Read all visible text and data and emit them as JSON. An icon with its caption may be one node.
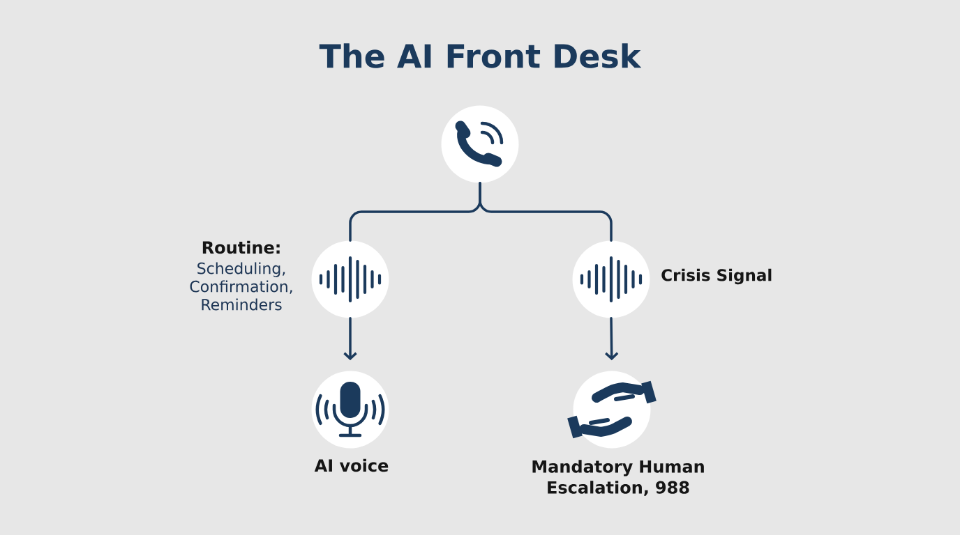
{
  "diagram": {
    "title": "The AI Front Desk",
    "nodes": [
      {
        "text": [],
        "shape": "circle"
      },
      {
        "text": [],
        "shape": "circle",
        "beside": [
          "Routine:",
          "Scheduling, Confirmation, Reminders"
        ]
      },
      {
        "text": [],
        "shape": "circle",
        "beside": [
          "Crisis Signal"
        ]
      },
      {
        "text": [],
        "shape": "circle",
        "beside": [
          "AI voice"
        ]
      },
      {
        "text": [],
        "shape": "circle",
        "beside": [
          "Mandatory Human Escalation, 988"
        ]
      }
    ],
    "edges": [
      {
        "from": 0,
        "to": 1,
        "arrow": "none"
      },
      {
        "from": 0,
        "to": 2,
        "arrow": "none"
      },
      {
        "from": 1,
        "to": 3,
        "arrow": "to"
      },
      {
        "from": 2,
        "to": 4,
        "arrow": "to"
      }
    ]
  }
}
